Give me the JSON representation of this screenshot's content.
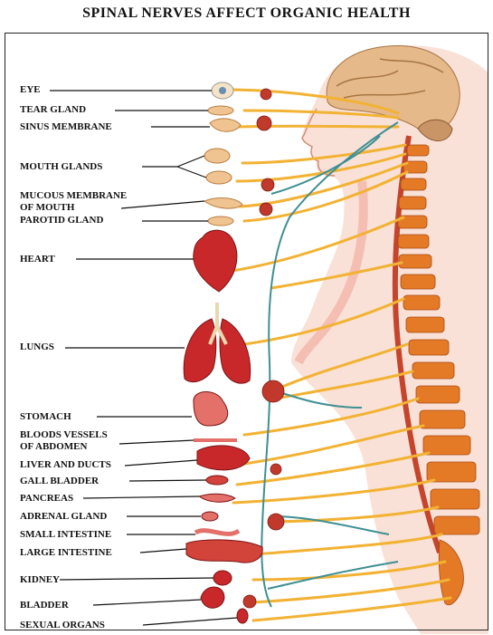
{
  "title": "SPINAL NERVES AFFECT ORGANIC HEALTH",
  "labels": {
    "eye": "EYE",
    "tear_gland": "TEAR GLAND",
    "sinus_membrane": "SINUS MEMBRANE",
    "mouth_glands": "MOUTH GLANDS",
    "mucous_membrane_1": "MUCOUS MEMBRANE",
    "mucous_membrane_2": "OF MOUTH",
    "parotid_gland": "PAROTID GLAND",
    "heart": "HEART",
    "lungs": "LUNGS",
    "stomach": "STOMACH",
    "blood_vessels_1": "BLOODS VESSELS",
    "blood_vessels_2": "OF ABDOMEN",
    "liver_ducts": "LIVER AND DUCTS",
    "gall_bladder": "GALL BLADDER",
    "pancreas": "PANCREAS",
    "adrenal_gland": "ADRENAL GLAND",
    "small_intestine": "SMALL INTESTINE",
    "large_intestine": "LARGE INTESTINE",
    "kidney": "KIDNEY",
    "bladder": "BLADDER",
    "sexual_organs": "SEXUAL ORGANS"
  },
  "colors": {
    "nerve_yellow": "#f2b233",
    "nerve_teal": "#3f8f93",
    "organ_red": "#c9282b",
    "skin": "#f6c9b6",
    "spine_orange": "#e57a26",
    "brain_tan": "#e6b98a"
  }
}
